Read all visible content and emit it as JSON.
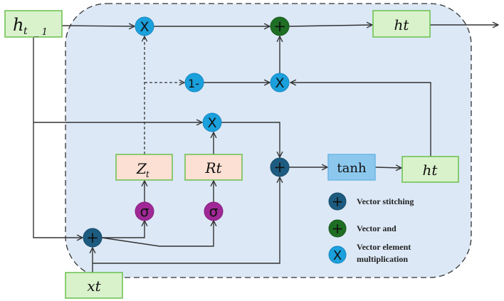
{
  "title": "GRU cell structure",
  "colors": {
    "container_fill": "#dce8f6",
    "container_stroke": "#333333",
    "io_box_fill": "#d9f2cc",
    "io_box_stroke": "#6abf4b",
    "gate_box_fill": "#fbe0d3",
    "gate_box_stroke": "#6abf4b",
    "tanh_box_fill": "#8cc8ee",
    "tanh_box_stroke": "#6cb5e4",
    "stitch_node": "#1d5c80",
    "and_node": "#1e6e24",
    "mult_node": "#1aa0dc",
    "sigma_node": "#a02896",
    "line": "#333333"
  },
  "boxes": {
    "h_prev": {
      "main": "h",
      "sub": "t",
      "suffix": "_ 1"
    },
    "h_out_top": "ht",
    "z_gate": {
      "main": "Z",
      "sub": "t"
    },
    "r_gate": "Rt",
    "tanh": "tanh",
    "h_candidate": "ht",
    "x_input": "xt"
  },
  "nodes": {
    "mult_symbol": "X",
    "plus_symbol": "+",
    "one_minus": "1-",
    "sigma": "σ"
  },
  "legend": [
    {
      "type": "stitch",
      "symbol": "+",
      "label": "Vector stitching"
    },
    {
      "type": "and",
      "symbol": "+",
      "label": "Vector and"
    },
    {
      "type": "mult",
      "symbol": "X",
      "label_line1": "Vector element",
      "label_line2": "multiplication"
    }
  ]
}
